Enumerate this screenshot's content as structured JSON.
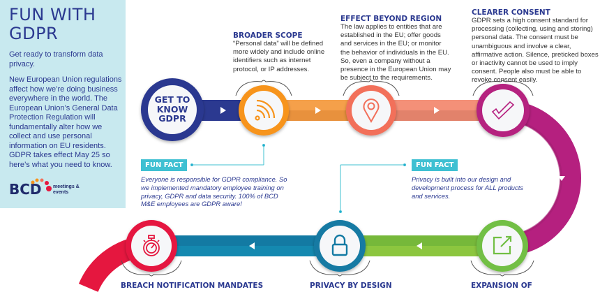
{
  "panel": {
    "title": "FUN WITH GDPR",
    "subtitle": "Get ready to transform data privacy.",
    "body": "New European Union regulations affect how we’re doing business everywhere in the world. The European Union’s General Data Protection Regulation will fundamentally alter how we collect and use personal information on EU residents. GDPR takes effect May 25 so here’s what you need to know.",
    "logo_text": "BCD",
    "logo_tagline": "meetings & events"
  },
  "start": {
    "label": "GET TO KNOW GDPR"
  },
  "sections": [
    {
      "title": "BROADER SCOPE",
      "body": "“Personal data” will be defined more widely and include online identifiers such as internet protocol, or IP addresses.",
      "icon": "wifi-signal-icon",
      "color": "#f7941d"
    },
    {
      "title": "EFFECT BEYOND REGION",
      "body": "The law applies to entities that are established in the EU; offer goods and services in the EU; or monitor the behavior of individuals in the EU. So, even a company without a presence in the European Union may be subject to the requirements.",
      "icon": "location-pin-icon",
      "color": "#f26f5a"
    },
    {
      "title": "CLEARER CONSENT",
      "body": "GDPR sets a high consent standard for processing (collecting, using and storing) personal data. The consent must be unambiguous and involve a clear, affirmative action. Silence, preticked boxes or inactivity cannot be used to imply consent. People also must be able to revoke consent easily.",
      "icon": "checkmark-icon",
      "color": "#b5207f"
    }
  ],
  "bottom_labels": {
    "expansion": "EXPANSION OF",
    "privacy": "PRIVACY BY DESIGN",
    "breach": "BREACH NOTIFICATION MANDATES"
  },
  "fun_facts": [
    {
      "badge": "FUN FACT",
      "text": "Everyone is responsible for GDPR compliance. So we implemented mandatory employee training on privacy, GDPR and data security. 100% of BCD M&E employees are GDPR aware!"
    },
    {
      "badge": "FUN FACT",
      "text": "Privacy is built into our design and development process for ALL products and services."
    }
  ],
  "colors": {
    "navy": "#2b3990",
    "orange": "#f7941d",
    "salmon": "#f26f5a",
    "magenta": "#b5207f",
    "green": "#72bf44",
    "blue": "#137aa3",
    "red": "#e5173f",
    "cyan": "#3fc0d2"
  }
}
